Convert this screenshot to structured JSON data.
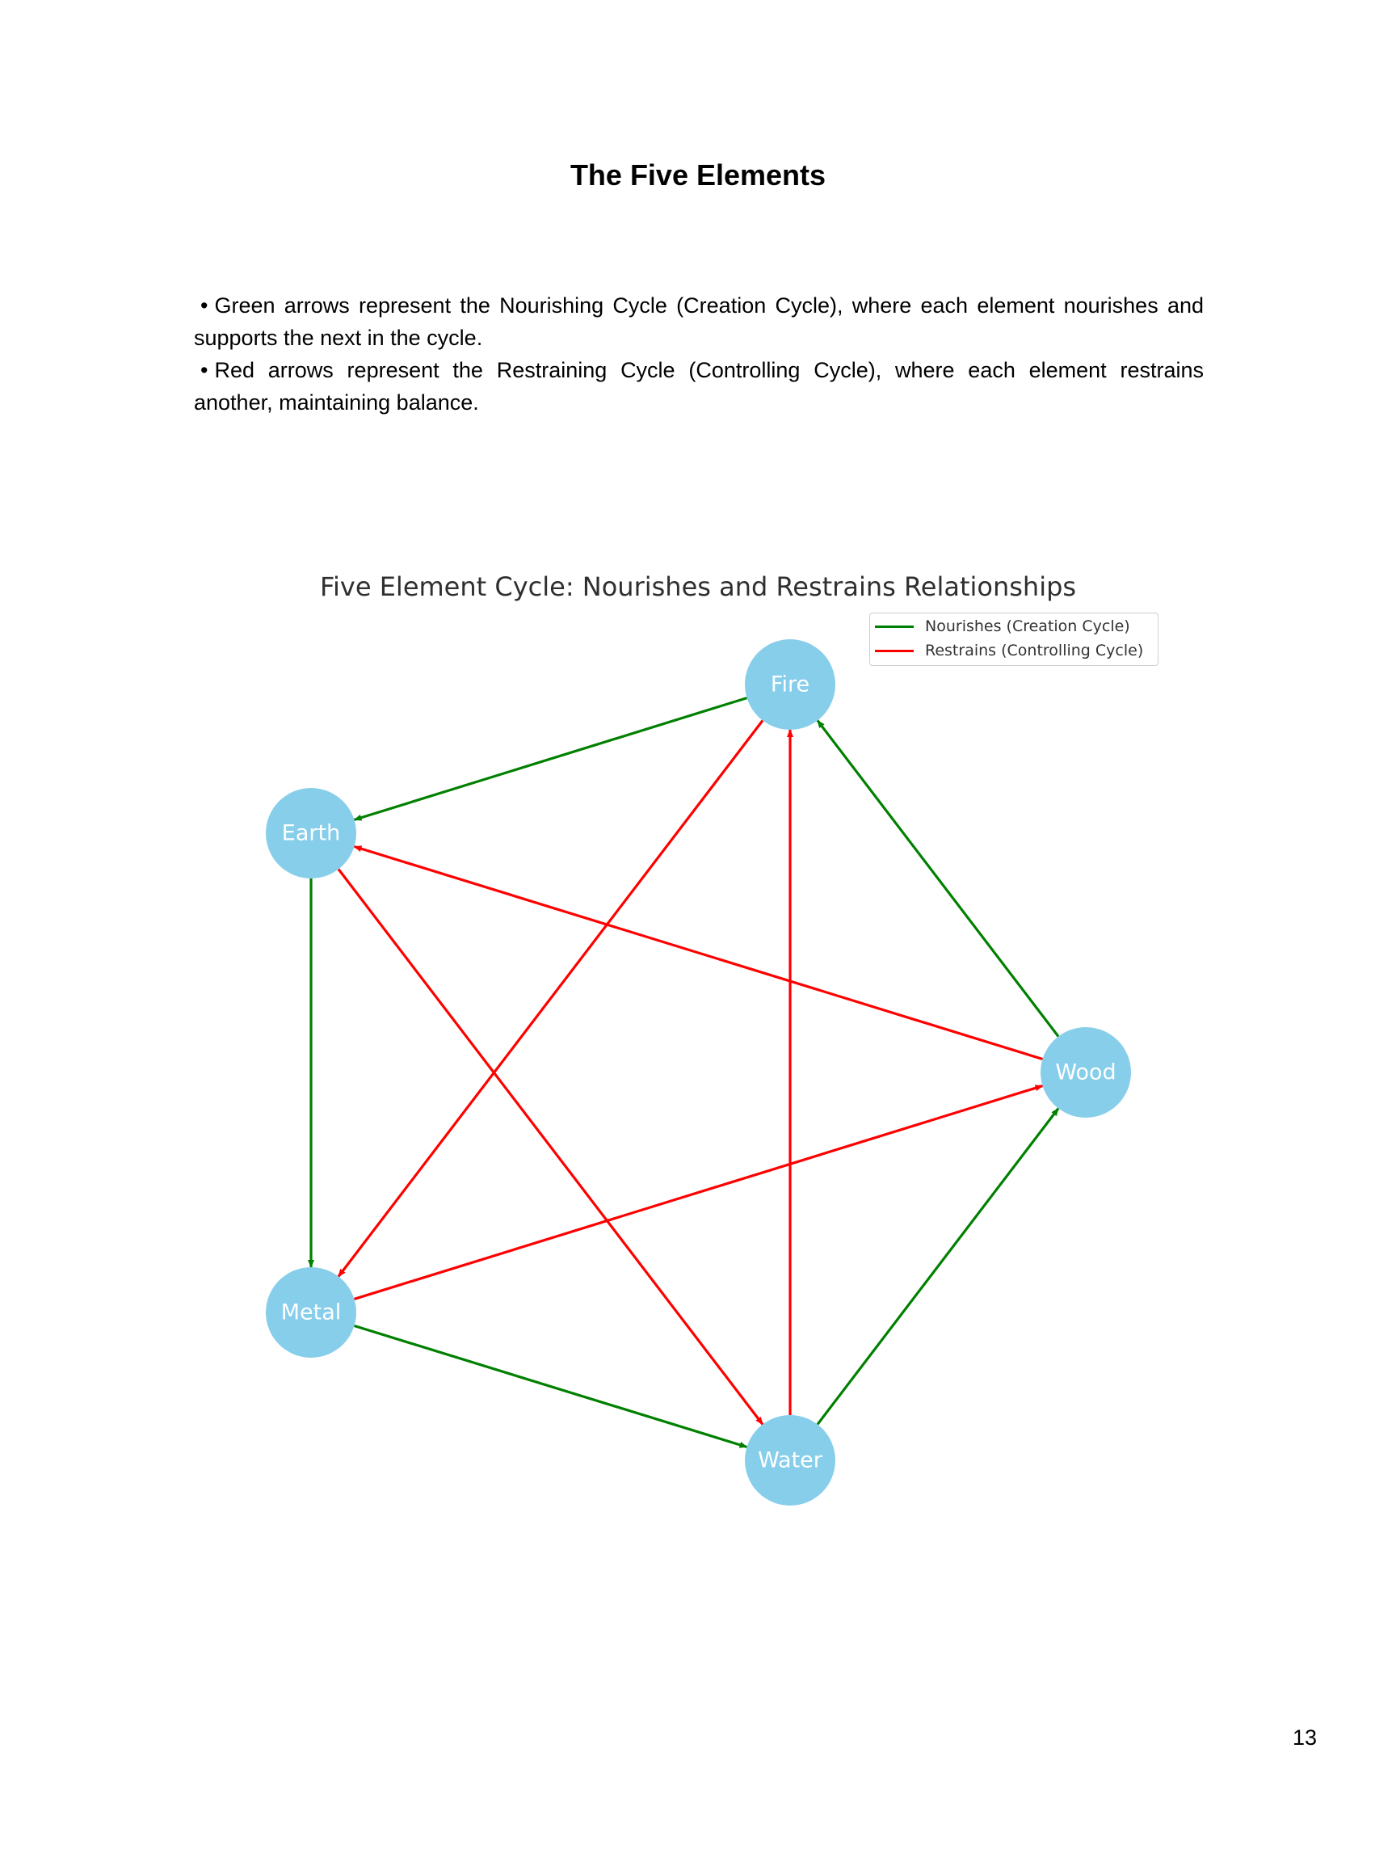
{
  "page": {
    "heading": "The Five Elements",
    "bullet_symbol": "•",
    "notes": [
      "Green arrows represent the Nourishing Cycle (Creation Cycle), where each element nourishes and supports the next in the cycle.",
      "Red arrows represent the Restraining Cycle (Controlling Cycle), where each element restrains another, maintaining balance."
    ],
    "page_number": "13"
  },
  "diagram": {
    "title": "Five Element Cycle: Nourishes and Restrains Relationships",
    "node_color": "#87CEEB",
    "node_text_color": "#ffffff",
    "nodes": [
      "Fire",
      "Earth",
      "Metal",
      "Water",
      "Wood"
    ],
    "legend": [
      {
        "label": "Nourishes (Creation Cycle)",
        "color": "#008000"
      },
      {
        "label": "Restrains (Controlling Cycle)",
        "color": "#ff0000"
      }
    ],
    "edges": [
      {
        "from": "Wood",
        "to": "Fire",
        "type": "nourishes"
      },
      {
        "from": "Fire",
        "to": "Earth",
        "type": "nourishes"
      },
      {
        "from": "Earth",
        "to": "Metal",
        "type": "nourishes"
      },
      {
        "from": "Metal",
        "to": "Water",
        "type": "nourishes"
      },
      {
        "from": "Water",
        "to": "Wood",
        "type": "nourishes"
      },
      {
        "from": "Wood",
        "to": "Earth",
        "type": "restrains"
      },
      {
        "from": "Earth",
        "to": "Water",
        "type": "restrains"
      },
      {
        "from": "Water",
        "to": "Fire",
        "type": "restrains"
      },
      {
        "from": "Fire",
        "to": "Metal",
        "type": "restrains"
      },
      {
        "from": "Metal",
        "to": "Wood",
        "type": "restrains"
      }
    ]
  }
}
